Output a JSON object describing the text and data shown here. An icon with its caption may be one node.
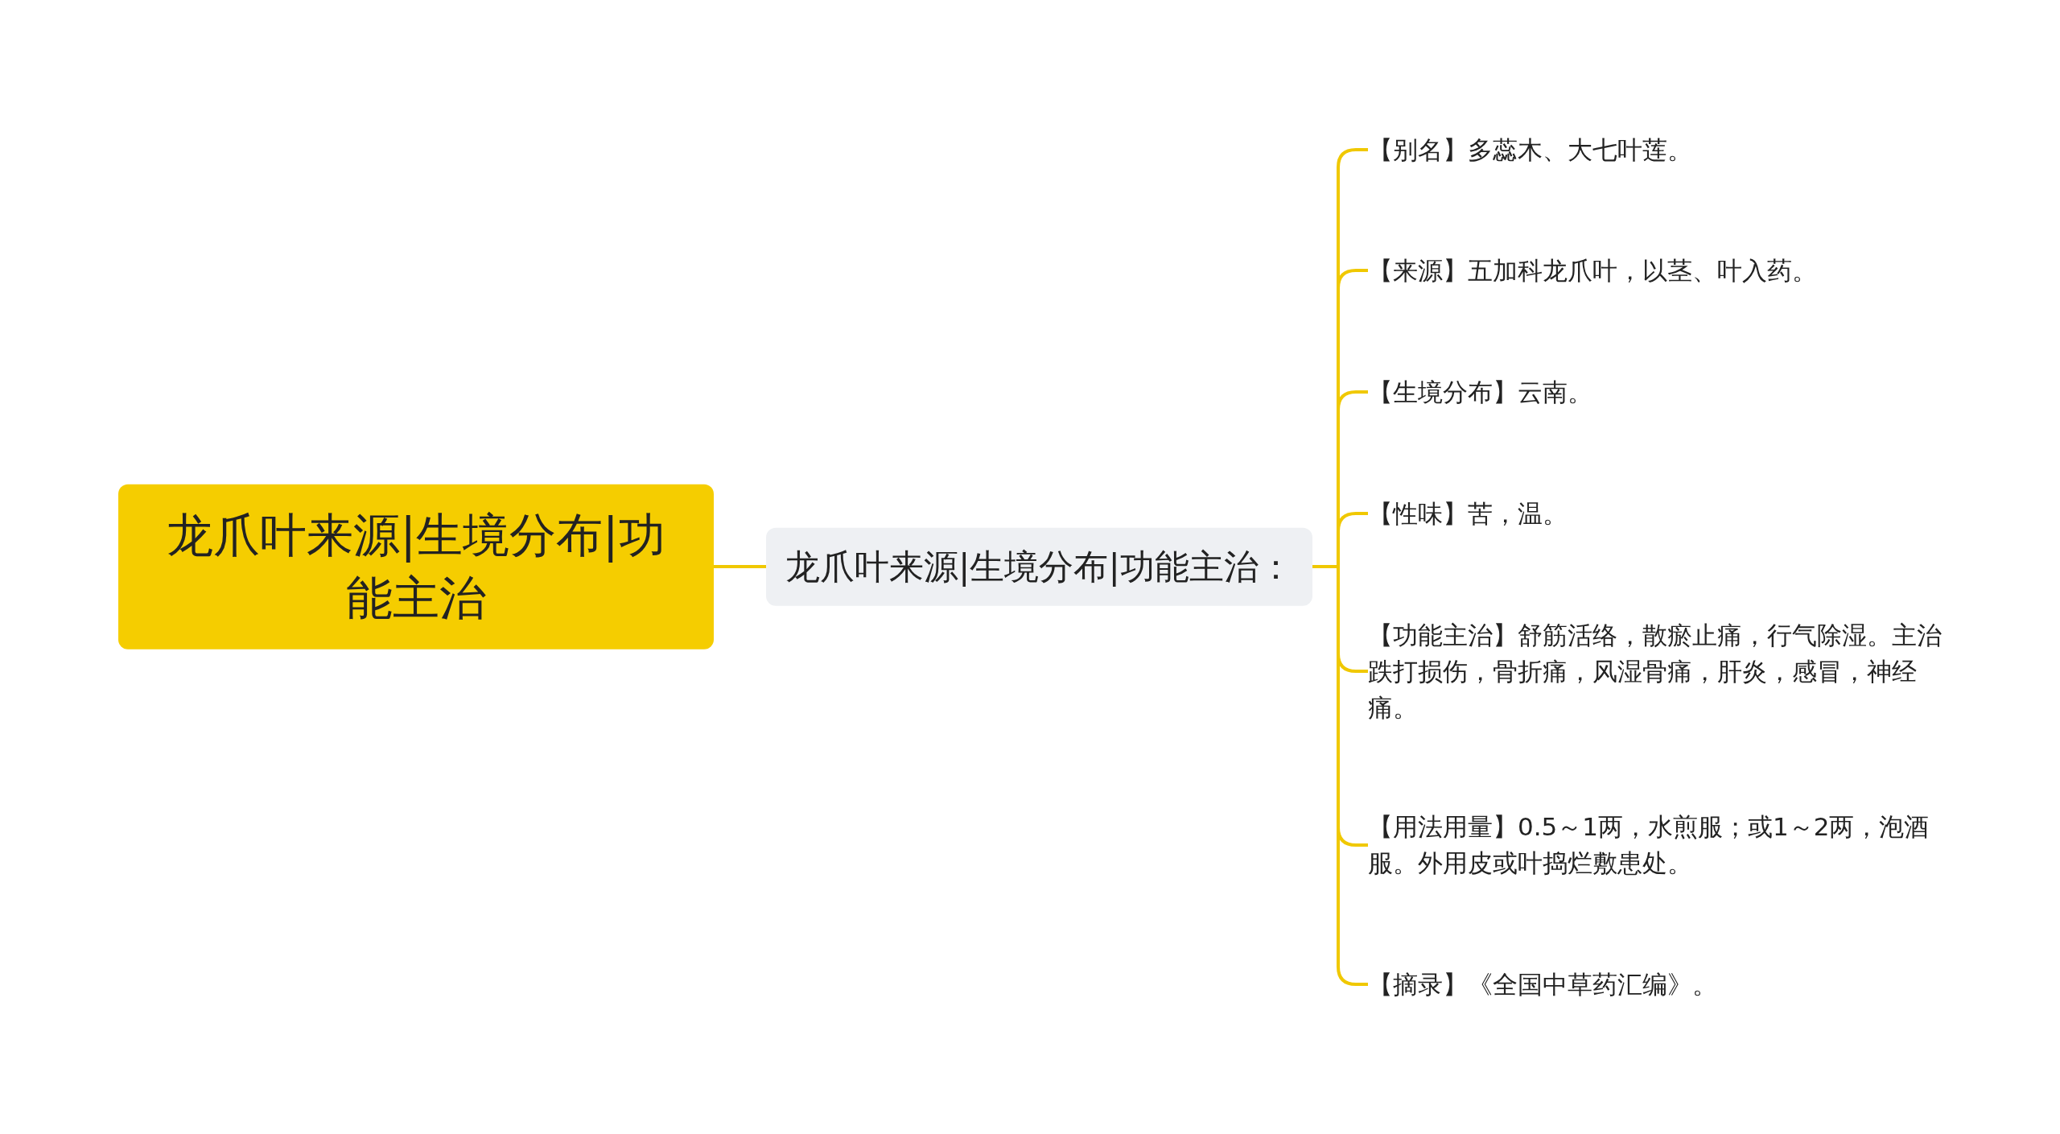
{
  "diagram": {
    "nodes": [
      {
        "text": [
          "龙爪叶来源|生境分布|功能主治"
        ]
      },
      {
        "text": [
          "龙爪叶来源|生境分布|功能主治："
        ]
      },
      {
        "text": [
          "【别名】多蕊木、大七叶莲。"
        ]
      },
      {
        "text": [
          "【来源】五加科龙爪叶，以茎、叶入药。"
        ]
      },
      {
        "text": [
          "【生境分布】云南。"
        ]
      },
      {
        "text": [
          "【性味】苦，温。"
        ]
      },
      {
        "text": [
          "【功能主治】舒筋活络，散瘀止痛，行气除湿。主治跌打损伤，骨折痛，风湿骨痛，肝炎，感冒，神经痛。"
        ]
      },
      {
        "text": [
          "【用法用量】0.5～1两，水煎服；或1～2两，泡酒服。外用皮或叶捣烂敷患处。"
        ]
      },
      {
        "text": [
          "【摘录】《全国中草药汇编》。"
        ]
      }
    ],
    "edges": [
      {
        "from": 0,
        "to": 1,
        "arrow": "none"
      },
      {
        "from": 1,
        "to": 2,
        "arrow": "none"
      },
      {
        "from": 1,
        "to": 3,
        "arrow": "none"
      },
      {
        "from": 1,
        "to": 4,
        "arrow": "none"
      },
      {
        "from": 1,
        "to": 5,
        "arrow": "none"
      },
      {
        "from": 1,
        "to": 6,
        "arrow": "none"
      },
      {
        "from": 1,
        "to": 7,
        "arrow": "none"
      },
      {
        "from": 1,
        "to": 8,
        "arrow": "none"
      }
    ]
  }
}
